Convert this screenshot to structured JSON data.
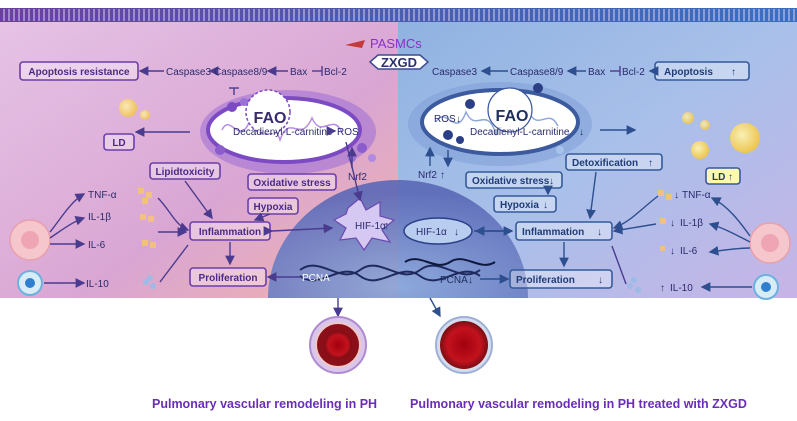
{
  "cell_label": "PASMCs",
  "center_label": "ZXGD",
  "left": {
    "apoptosis_box": "Apoptosis resistance",
    "caspase3": "Caspase3",
    "caspase89": "Caspase8/9",
    "bax": "Bax",
    "bcl2": "Bcl-2",
    "fao": "FAO",
    "metabolite": "Decadienyl-L-carnitine",
    "ros": "ROS",
    "ld": "LD",
    "lipidtoxicity": "Lipidtoxicity",
    "oxidative_stress": "Oxidative stress",
    "hypoxia": "Hypoxia",
    "nrf2": "Nrf2",
    "tnf": "TNF-α",
    "il1b": "IL-1β",
    "il6": "IL-6",
    "il10": "IL-10",
    "inflammation": "Inflammation",
    "proliferation": "Proliferation",
    "hif": "HIF-1α",
    "hif_arrow": "↑",
    "pcna": "PCNA"
  },
  "right": {
    "apoptosis_box": "Apoptosis",
    "apoptosis_arrow": "↑",
    "caspase3": "Caspase3",
    "caspase89": "Caspase8/9",
    "bax": "Bax",
    "bcl2": "Bcl-2",
    "fao": "FAO",
    "metabolite": "Decadienyl-L-carnitine",
    "ros": "ROS",
    "ros_arrow": "↓",
    "meta_arrow": "↓",
    "ld": "LD",
    "ld_arrow": "↑",
    "detox": "Detoxification",
    "detox_arrow": "↑",
    "oxidative_stress": "Oxidative stress",
    "oxidative_arrow": "↓",
    "hypoxia": "Hypoxia",
    "hypoxia_arrow": "↓",
    "nrf2": "Nrf2",
    "nrf2_arrow": "↑",
    "hif": "HIF-1α",
    "hif_arrow": "↓",
    "inflammation": "Inflammation",
    "inflammation_arrow": "↓",
    "proliferation": "Proliferation",
    "proliferation_arrow": "↓",
    "pcna": "PCNA",
    "pcna_arrow": "↓",
    "tnf": "TNF-α",
    "il1b": "IL-1β",
    "il6": "IL-6",
    "il10": "IL-10",
    "down": "↓",
    "up": "↑"
  },
  "captions": {
    "left": "Pulmonary vascular remodeling in PH",
    "right": "Pulmonary vascular remodeling in PH treated with ZXGD"
  }
}
